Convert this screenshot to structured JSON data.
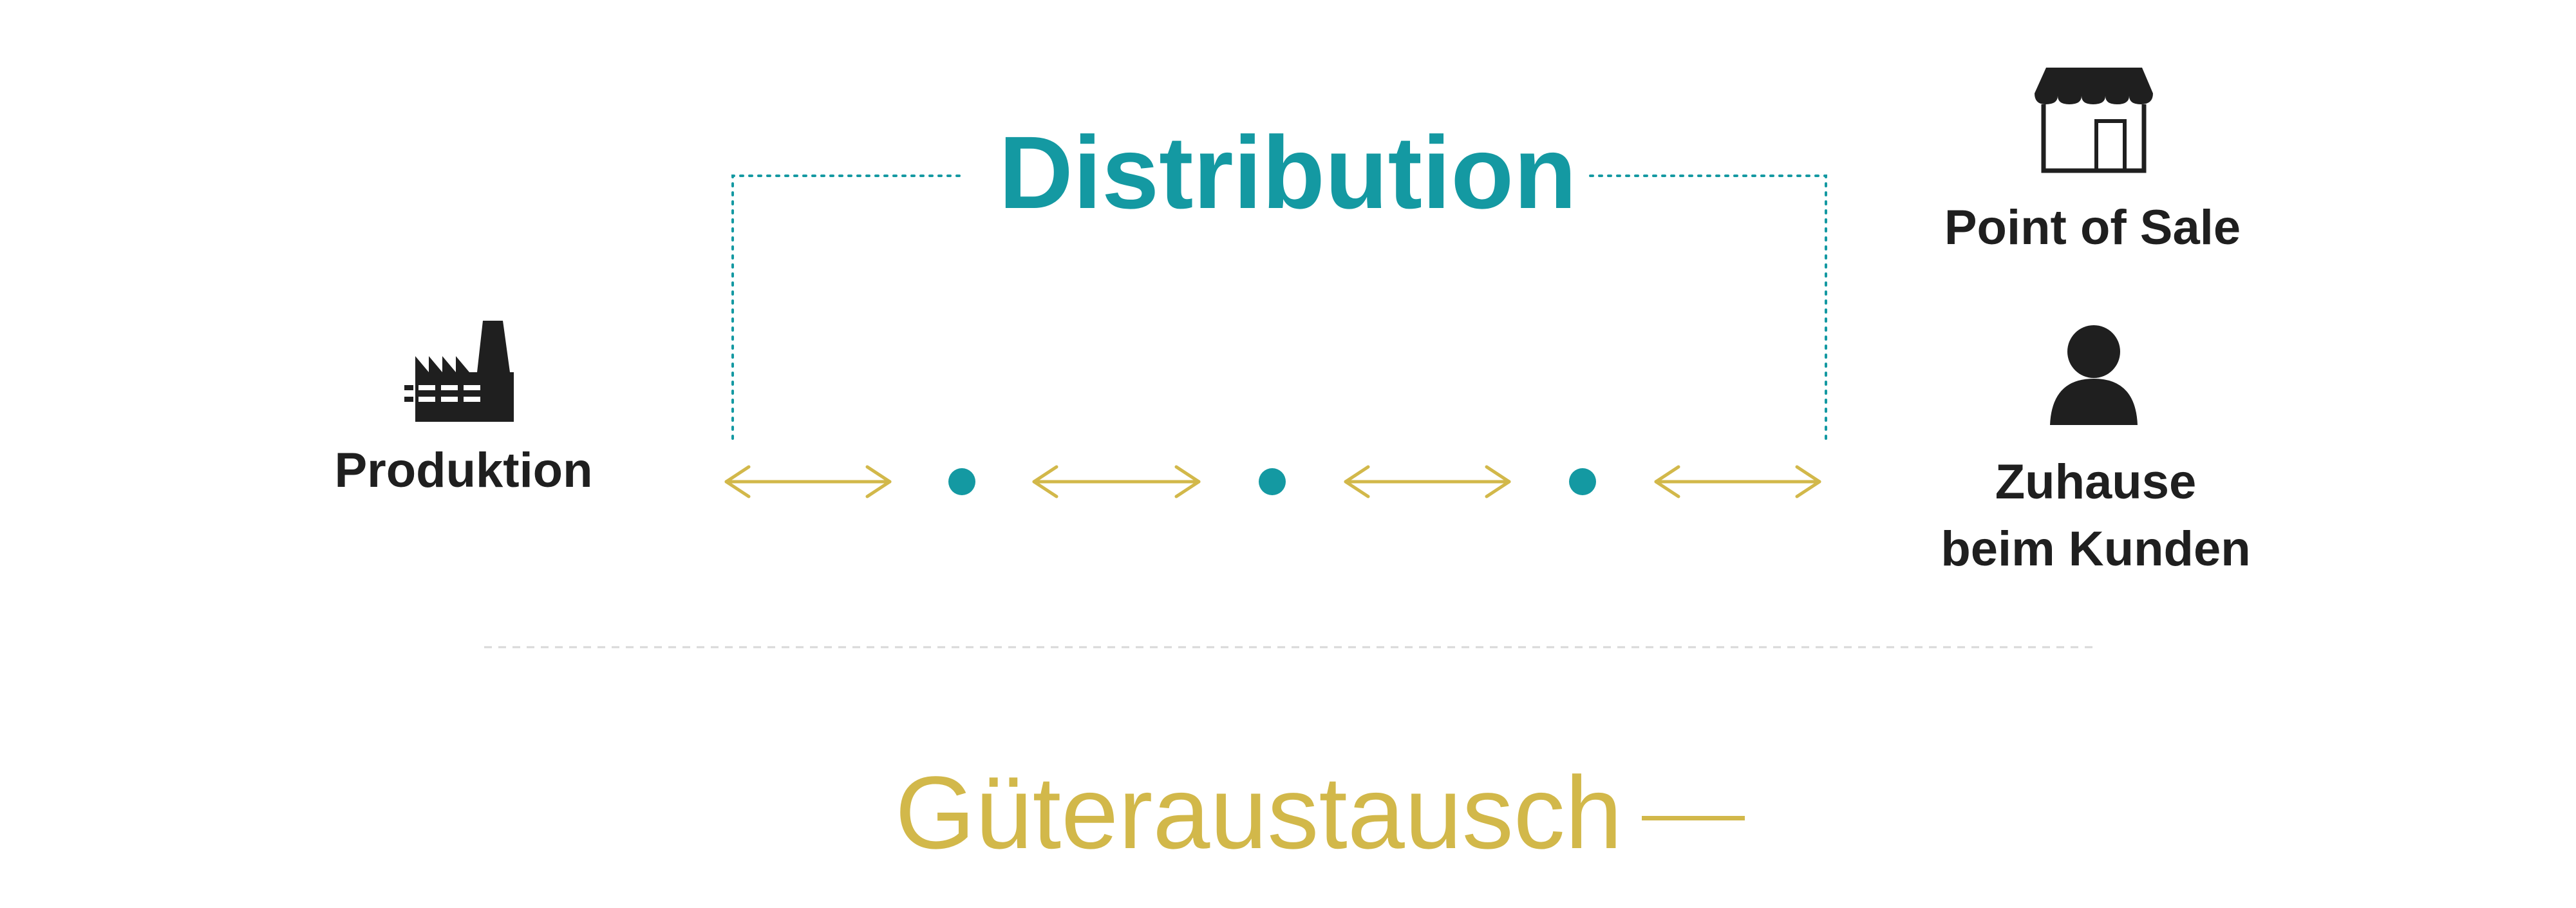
{
  "diagram": {
    "title": "Distribution",
    "start_label": "Produktion",
    "end_labels": {
      "point_of_sale": "Point of Sale",
      "home_line1": "Zuhause",
      "home_line2": "beim Kunden"
    },
    "footer_label": "Güteraustausch",
    "icons": {
      "start": "factory-icon",
      "point_of_sale": "storefront-icon",
      "home": "person-icon"
    },
    "colors": {
      "accent_teal": "#1499a2",
      "accent_gold": "#d2b84a",
      "text_dark": "#1f1f1f",
      "divider_gray": "#d8d8d8"
    }
  }
}
